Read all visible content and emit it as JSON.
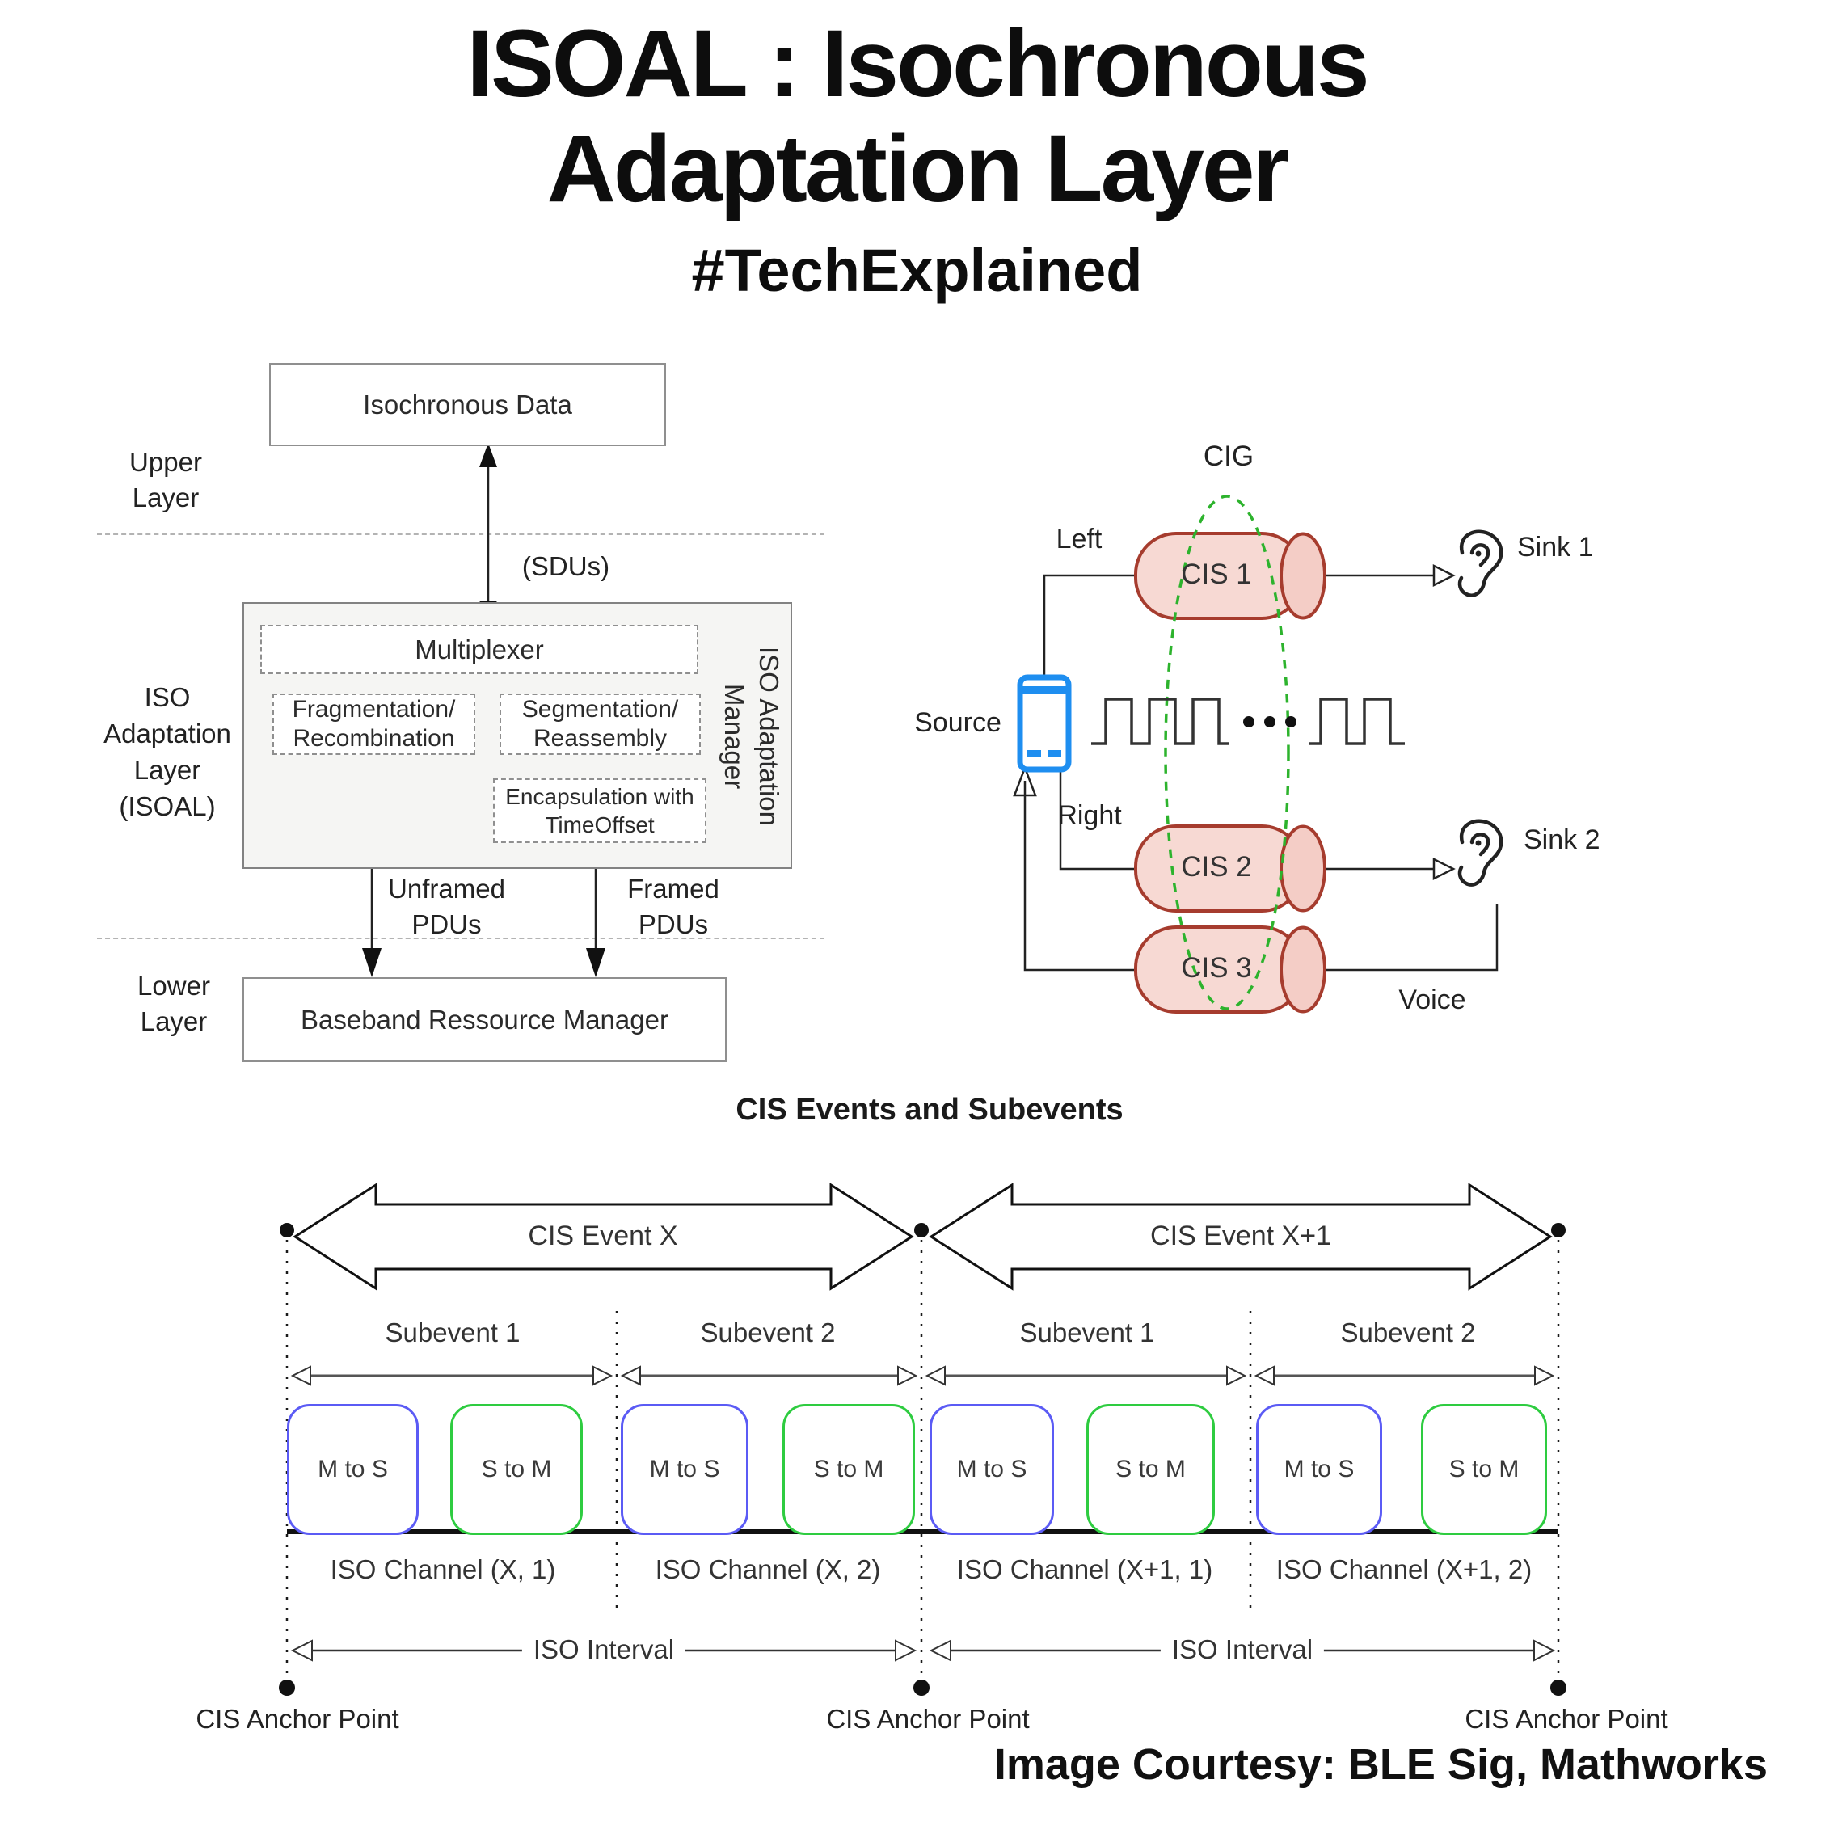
{
  "header": {
    "title_line1": "ISOAL : Isochronous",
    "title_line2": "Adaptation Layer",
    "hashtag": "#TechExplained"
  },
  "isoal_diagram": {
    "upper_layer": "Upper Layer",
    "isochronous_data": "Isochronous Data",
    "sdus": "(SDUs)",
    "multiplexer": "Multiplexer",
    "iso_adaptation_layer": "ISO Adaptation Layer (ISOAL)",
    "fragmentation": "Fragmentation/ Recombination",
    "segmentation": "Segmentation/ Reassembly",
    "encapsulation": "Encapsulation with TimeOffset",
    "iso_adaptation_manager": "ISO Adaptation Manager",
    "unframed_pdus": "Unframed PDUs",
    "framed_pdus": "Framed PDUs",
    "lower_layer": "Lower Layer",
    "baseband": "Baseband Ressource Manager"
  },
  "cig_diagram": {
    "cig": "CIG",
    "source": "Source",
    "left": "Left",
    "right": "Right",
    "voice": "Voice",
    "cis1": "CIS 1",
    "cis2": "CIS 2",
    "cis3": "CIS 3",
    "sink1": "Sink 1",
    "sink2": "Sink 2"
  },
  "timeline": {
    "title": "CIS Events and Subevents",
    "event_x": "CIS Event X",
    "event_x_plus_1": "CIS Event X+1",
    "subevent_1": "Subevent 1",
    "subevent_2": "Subevent 2",
    "m_to_s": "M to S",
    "s_to_m": "S to M",
    "channels": [
      "ISO Channel (X, 1)",
      "ISO Channel (X, 2)",
      "ISO Channel (X+1, 1)",
      "ISO Channel (X+1, 2)"
    ],
    "iso_interval": "ISO Interval",
    "cis_anchor_point": "CIS Anchor Point"
  },
  "footer": {
    "credit": "Image Courtesy: BLE Sig, Mathworks"
  },
  "colors": {
    "cis_fill": "#f7d9d3",
    "cis_border": "#a63c2e",
    "cig_green": "#2db32d",
    "source_blue": "#1e8ef0",
    "m_to_s_border": "#5b5bf5",
    "s_to_m_border": "#2ecc40"
  }
}
